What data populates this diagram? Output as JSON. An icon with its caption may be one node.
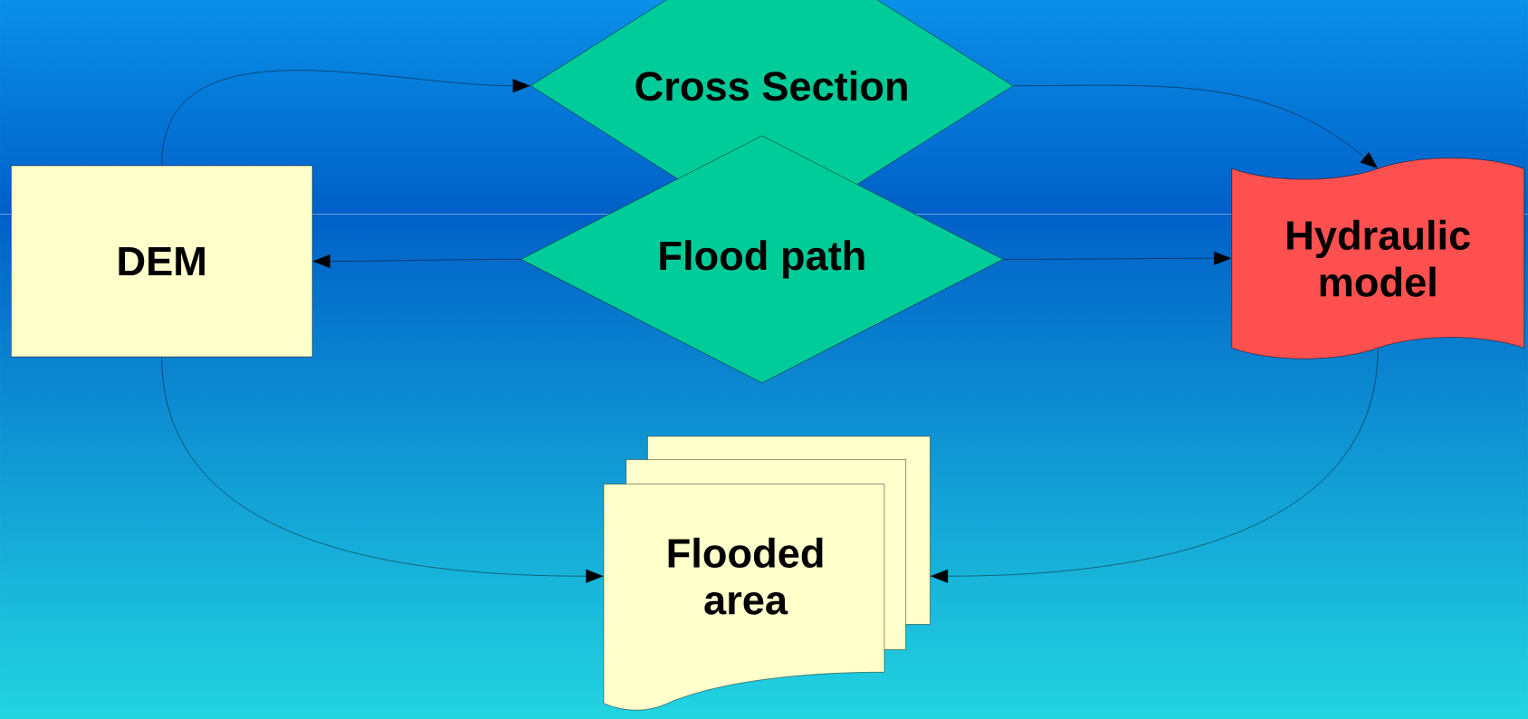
{
  "diagram": {
    "nodes": [
      {
        "text": [
          "DEM"
        ]
      },
      {
        "text": [
          "Cross Section"
        ]
      },
      {
        "text": [
          "Flood path"
        ]
      },
      {
        "text": [
          "Hydraulic model"
        ]
      },
      {
        "text": [
          "Flooded area"
        ]
      }
    ],
    "edges": [
      {
        "from": 0,
        "to": 1,
        "arrow": "to"
      },
      {
        "from": 1,
        "to": 3,
        "arrow": "to"
      },
      {
        "from": 2,
        "to": 0,
        "arrow": "to"
      },
      {
        "from": 2,
        "to": 3,
        "arrow": "to"
      },
      {
        "from": 0,
        "to": 4,
        "arrow": "to"
      },
      {
        "from": 3,
        "to": 4,
        "arrow": "to"
      }
    ]
  }
}
